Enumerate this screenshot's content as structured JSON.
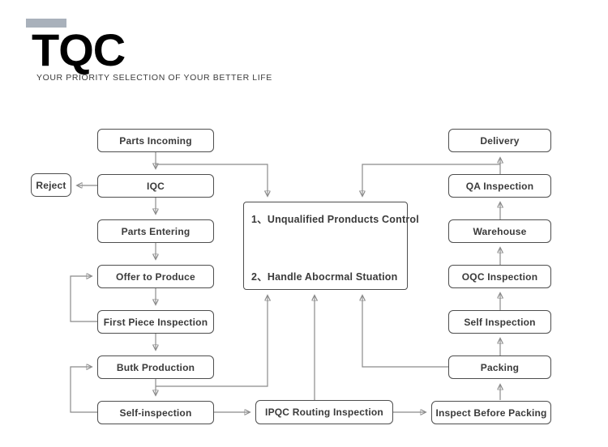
{
  "header": {
    "brand": "TQC",
    "tagline": "YOUR PRIORITY SELECTION OF YOUR BETTER LIFE"
  },
  "colors": {
    "accent_bar": "#a9b1bb",
    "box_border": "#4e4e4e",
    "connector_line": "#8b8b8b",
    "arrow_head": "#3f3f3f",
    "text": "#3a3a3a"
  },
  "flowchart": {
    "nodes": {
      "parts_incoming": "Parts Incoming",
      "iqc": "IQC",
      "reject": "Reject",
      "parts_entering": "Parts Entering",
      "offer_to_produce": "Offer to Produce",
      "first_piece_inspection": "First Piece Inspection",
      "bulk_production": "Butk Production",
      "self_inspection": "Self-inspection",
      "ipqc_routing_inspection": "IPQC Routing Inspection",
      "inspect_before_packing": "Inspect Before Packing",
      "packing": "Packing",
      "self_inspection_2": "Self Inspection",
      "oqc_inspection": "OQC Inspection",
      "warehouse": "Warehouse",
      "qa_inspection": "QA Inspection",
      "delivery": "Delivery"
    },
    "control_box": {
      "line1": "1、Unqualified Pronducts Control",
      "line2": "2、Handle Abocrmal Stuation"
    }
  }
}
